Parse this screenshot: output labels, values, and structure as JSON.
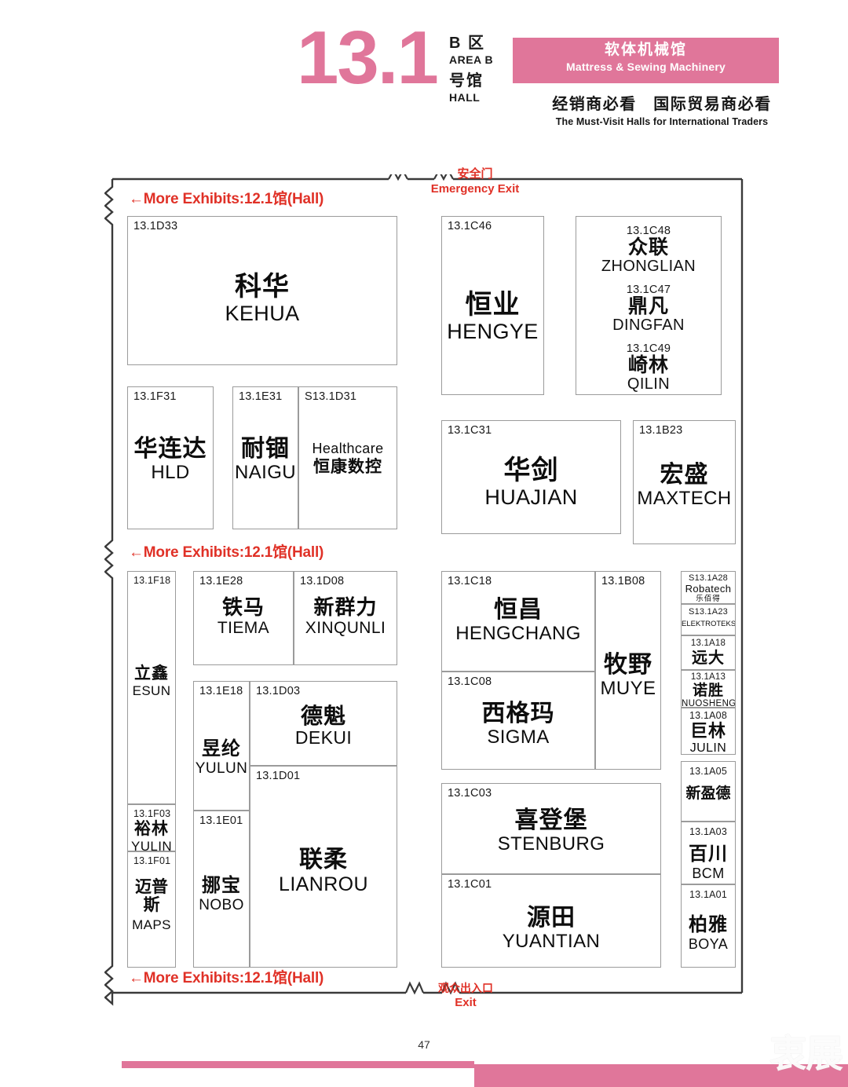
{
  "header": {
    "hall_number": "13.1",
    "area_cn": "B 区",
    "area_en": "AREA B",
    "hall_cn": "号馆",
    "hall_en": "HALL",
    "banner_cn": "软体机械馆",
    "banner_en": "Mattress & Sewing Machinery",
    "tagline_cn": "经销商必看　国际贸易商必看",
    "tagline_en": "The Must-Visit Halls for International Traders",
    "accent_color": "#e0769a"
  },
  "plan": {
    "emergency_exit_cn": "安全门",
    "emergency_exit_en": "Emergency Exit",
    "visitor_exit_cn": "观众出入口",
    "visitor_exit_en": "Exit",
    "more_exhibits_top": "←More Exhibits:12.1馆(Hall)",
    "more_exhibits_mid": "←More Exhibits:12.1馆(Hall)",
    "more_exhibits_bottom": "←More Exhibits:12.1馆(Hall)",
    "label_color": "#e03127"
  },
  "booths": [
    {
      "code": "13.1D33",
      "cn": "科华",
      "en": "KEHUA"
    },
    {
      "code": "13.1C46",
      "cn": "恒业",
      "en": "HENGYE"
    },
    {
      "code": "13.1F31",
      "cn": "华连达",
      "en": "HLD"
    },
    {
      "code": "13.1E31",
      "cn": "耐锢",
      "en": "NAIGU"
    },
    {
      "code": "S13.1D31",
      "cn": "恒康数控",
      "en": "Healthcare"
    },
    {
      "code": "13.1C31",
      "cn": "华剑",
      "en": "HUAJIAN"
    },
    {
      "code": "13.1B23",
      "cn": "宏盛",
      "en": "MAXTECH"
    },
    {
      "code": "13.1F18",
      "cn": "立鑫",
      "en": "ESUN"
    },
    {
      "code": "13.1E28",
      "cn": "铁马",
      "en": "TIEMA"
    },
    {
      "code": "13.1D08",
      "cn": "新群力",
      "en": "XINQUNLI"
    },
    {
      "code": "13.1C18",
      "cn": "恒昌",
      "en": "HENGCHANG"
    },
    {
      "code": "13.1B08",
      "cn": "牧野",
      "en": "MUYE"
    },
    {
      "code": "13.1E18",
      "cn": "昱纶",
      "en": "YULUN"
    },
    {
      "code": "13.1D03",
      "cn": "德魁",
      "en": "DEKUI"
    },
    {
      "code": "13.1C08",
      "cn": "西格玛",
      "en": "SIGMA"
    },
    {
      "code": "13.1D01",
      "cn": "联柔",
      "en": "LIANROU"
    },
    {
      "code": "13.1E01",
      "cn": "挪宝",
      "en": "NOBO"
    },
    {
      "code": "13.1F03",
      "cn": "裕林",
      "en": "YULIN"
    },
    {
      "code": "13.1F01",
      "cn": "迈普斯",
      "en": "MAPS"
    },
    {
      "code": "13.1C03",
      "cn": "喜登堡",
      "en": "STENBURG"
    },
    {
      "code": "13.1C01",
      "cn": "源田",
      "en": "YUANTIAN"
    },
    {
      "code": "S13.1A28",
      "cn": "乐佰得",
      "en": "Robatech"
    },
    {
      "code": "S13.1A23",
      "cn": "",
      "en": "ELEKTROTEKS"
    },
    {
      "code": "13.1A18",
      "cn": "远大",
      "en": ""
    },
    {
      "code": "13.1A13",
      "cn": "诺胜",
      "en": "NUOSHENG"
    },
    {
      "code": "13.1A08",
      "cn": "巨林",
      "en": "JULIN"
    },
    {
      "code": "13.1A05",
      "cn": "新盈德",
      "en": ""
    },
    {
      "code": "13.1A03",
      "cn": "百川",
      "en": "BCM"
    },
    {
      "code": "13.1A01",
      "cn": "柏雅",
      "en": "BOYA"
    }
  ],
  "multi_tenant_c48": {
    "code1": "13.1C48",
    "cn1": "众联",
    "en1": "ZHONGLIAN",
    "code2": "13.1C47",
    "cn2": "鼎凡",
    "en2": "DINGFAN",
    "code3": "13.1C49",
    "cn3": "崎林",
    "en3": "QILIN"
  },
  "footer": {
    "page_number": "47",
    "watermark": "衷展"
  }
}
